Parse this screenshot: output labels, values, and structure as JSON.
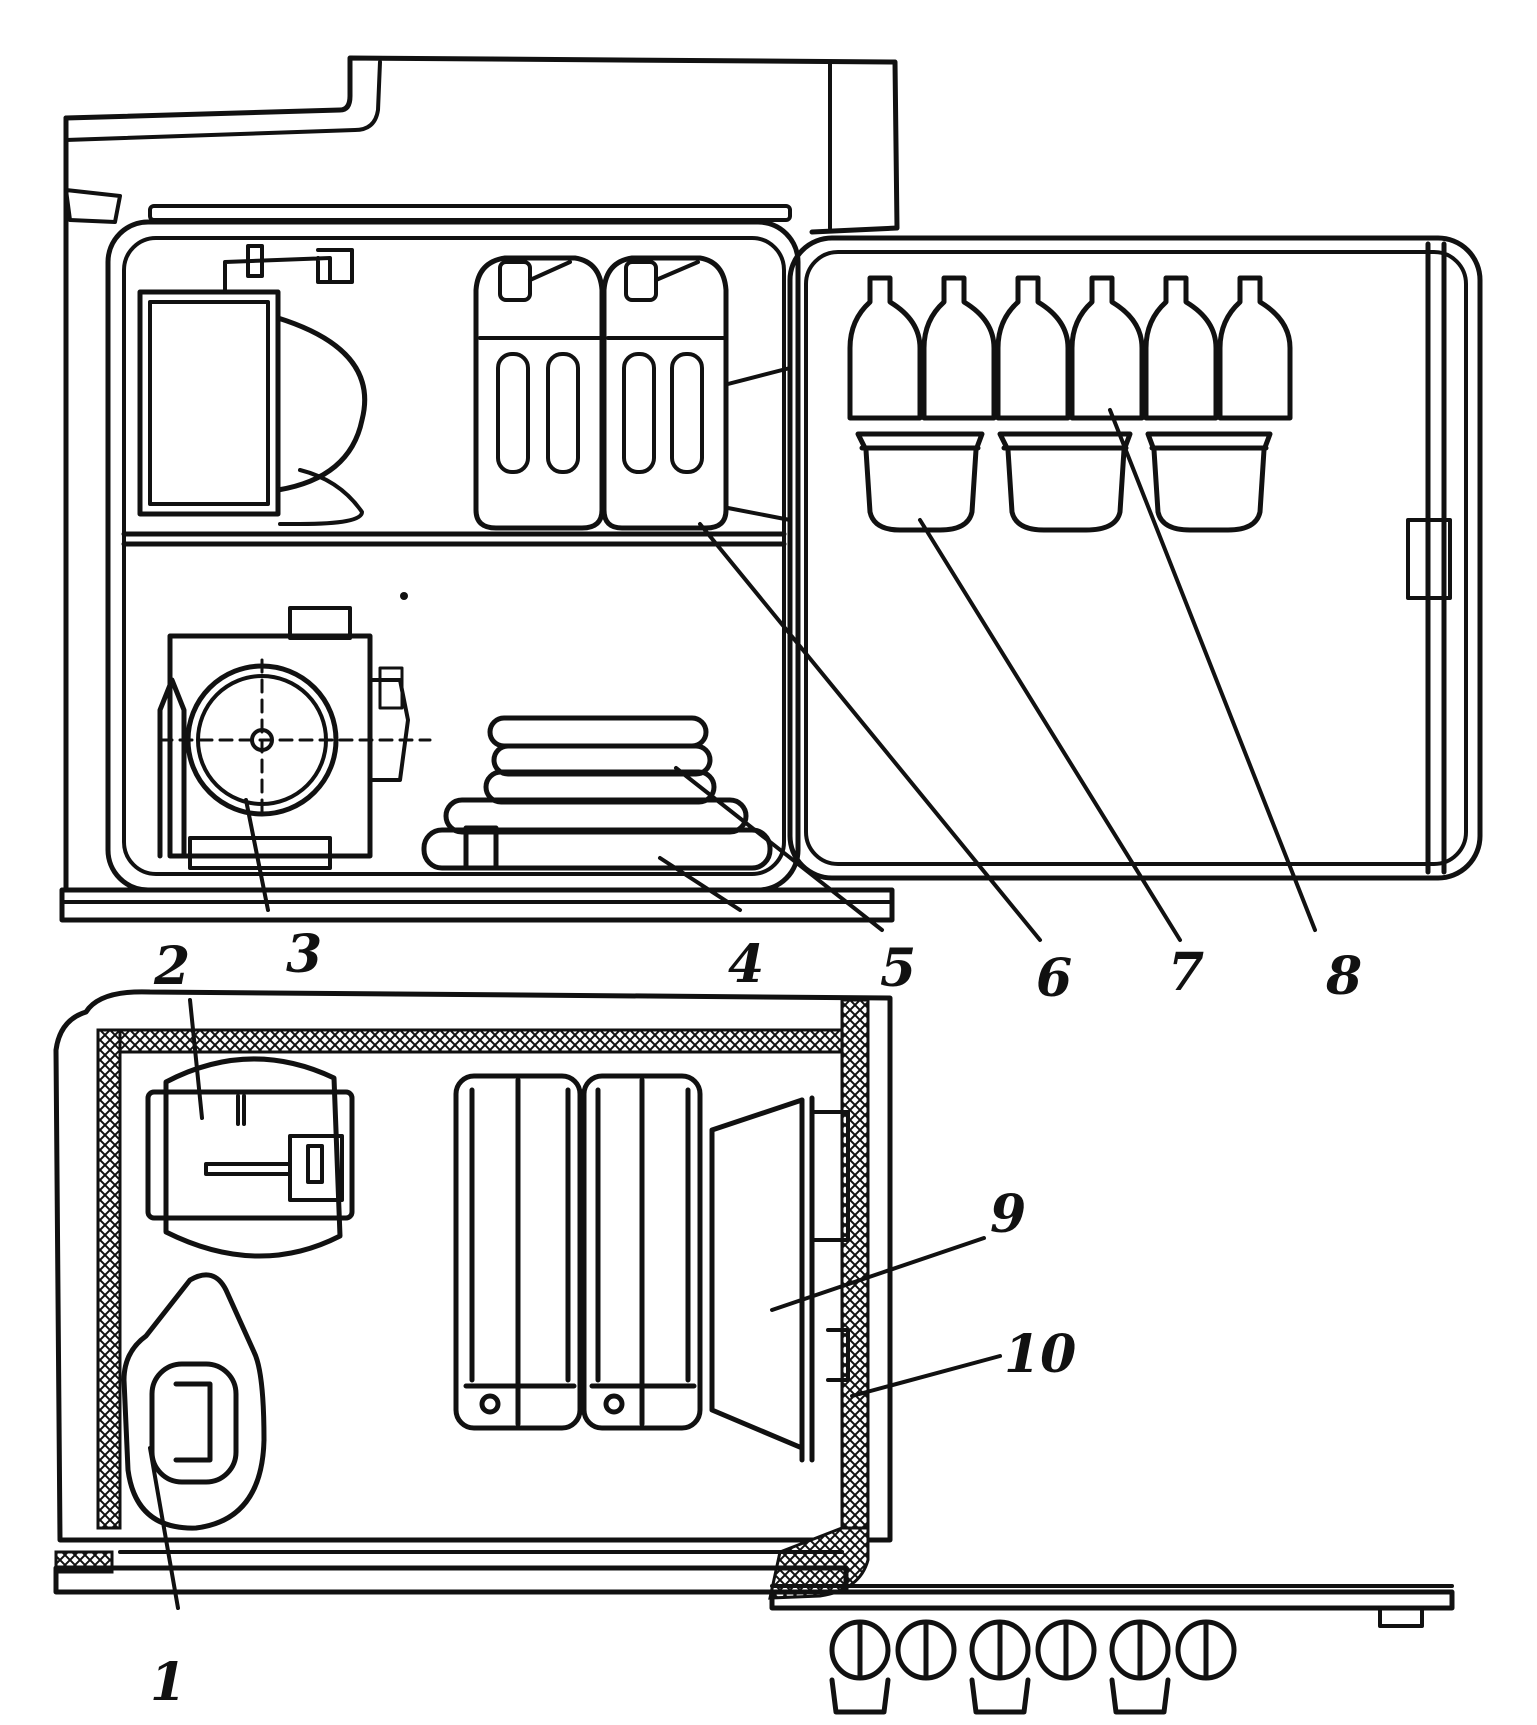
{
  "diagram": {
    "callouts": [
      {
        "id": "1",
        "label": "1"
      },
      {
        "id": "2",
        "label": "2"
      },
      {
        "id": "3",
        "label": "3"
      },
      {
        "id": "4",
        "label": "4"
      },
      {
        "id": "5",
        "label": "5"
      },
      {
        "id": "6",
        "label": "6"
      },
      {
        "id": "7",
        "label": "7"
      },
      {
        "id": "8",
        "label": "8"
      },
      {
        "id": "9",
        "label": "9"
      },
      {
        "id": "10",
        "label": "10"
      }
    ]
  },
  "colors": {
    "ink": "#111111",
    "background": "#ffffff"
  }
}
